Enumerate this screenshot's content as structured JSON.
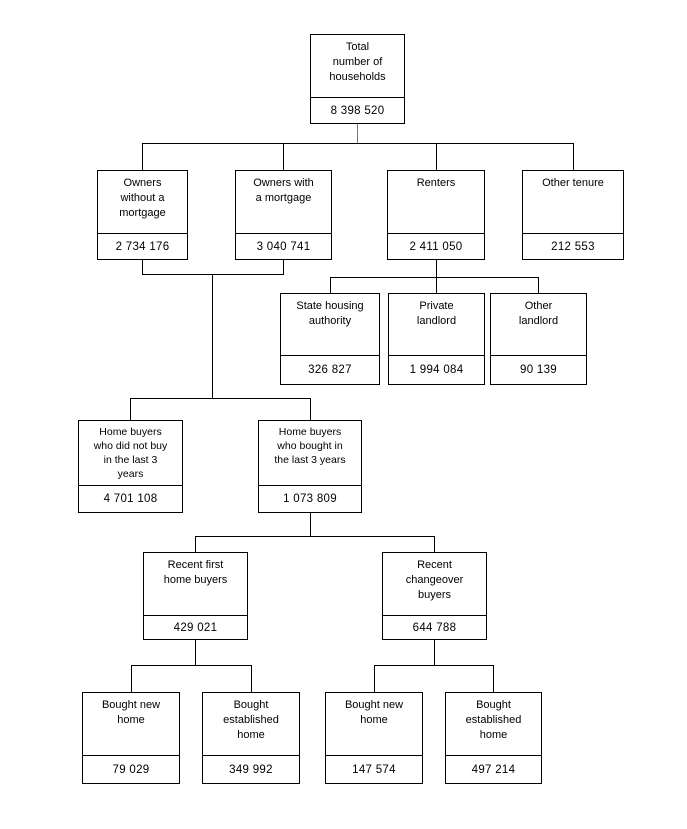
{
  "diagram": {
    "description": "Hierarchical tree of total households split by tenure type, landlord type, home-buyer recency and home type",
    "nodes": {
      "total": {
        "label": "Total\nnumber of\nhouseholds",
        "value": "8 398 520"
      },
      "owners_no_mortgage": {
        "label": "Owners\nwithout a\nmortgage",
        "value": "2 734 176"
      },
      "owners_mortgage": {
        "label": "Owners with\na mortgage",
        "value": "3 040 741"
      },
      "renters": {
        "label": "Renters",
        "value": "2 411 050"
      },
      "other_tenure": {
        "label": "Other tenure",
        "value": "212 553"
      },
      "state_housing": {
        "label": "State housing\nauthority",
        "value": "326 827"
      },
      "private_landlord": {
        "label": "Private\nlandlord",
        "value": "1 994 084"
      },
      "other_landlord": {
        "label": "Other\nlandlord",
        "value": "90 139"
      },
      "not_recent_buyers": {
        "label": "Home buyers\nwho did not buy\nin the last 3\nyears",
        "value": "4 701 108"
      },
      "recent_buyers": {
        "label": "Home buyers\nwho bought in\nthe last 3 years",
        "value": "1 073 809"
      },
      "recent_first": {
        "label": "Recent first\nhome buyers",
        "value": "429 021"
      },
      "recent_changeover": {
        "label": "Recent\nchangeover\nbuyers",
        "value": "644 788"
      },
      "first_new": {
        "label": "Bought new\nhome",
        "value": "79 029"
      },
      "first_established": {
        "label": "Bought\nestablished\nhome",
        "value": "349 992"
      },
      "changeover_new": {
        "label": "Bought new\nhome",
        "value": "147 574"
      },
      "changeover_established": {
        "label": "Bought\nestablished\nhome",
        "value": "497 214"
      }
    }
  },
  "colors": {
    "line": "#000000",
    "accent_connector": "#4f81bd",
    "background": "#ffffff",
    "text": "#000000"
  }
}
